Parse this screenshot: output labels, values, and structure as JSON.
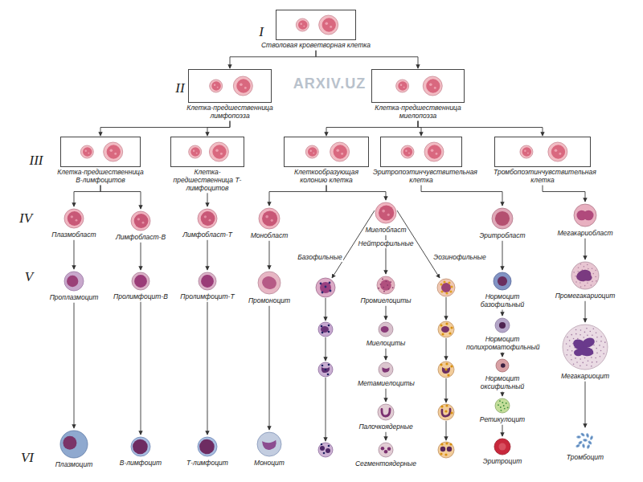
{
  "diagram": {
    "nodes": [
      {
        "text": [
          "Стволовая кроветворная клетка"
        ]
      },
      {
        "text": [
          "Клетка-предшественница лимфопоэза"
        ]
      },
      {
        "text": [
          "Клетка-предшественница миелопоэза"
        ]
      },
      {
        "text": [
          "Клетка-предшественница В-лимфоцитов"
        ]
      },
      {
        "text": [
          "Клетка-предшественница Т-лимфоцитов"
        ]
      },
      {
        "text": [
          "Клеткообразующая колонию клетка"
        ]
      },
      {
        "text": [
          "Эритропоэтинчувствительная клетка"
        ]
      },
      {
        "text": [
          "Тромбопоэтинчувствительная клетка"
        ]
      },
      {
        "text": [
          "Плазмобласт"
        ]
      },
      {
        "text": [
          "Лимфобласт-В"
        ]
      },
      {
        "text": [
          "Лимфобласт-Т"
        ]
      },
      {
        "text": [
          "Монобласт"
        ]
      },
      {
        "text": [
          "Миелобласт"
        ]
      },
      {
        "text": [
          "Эритробласт"
        ]
      },
      {
        "text": [
          "Мегакариобласт"
        ]
      },
      {
        "text": [
          "Проплазмоцит"
        ]
      },
      {
        "text": [
          "Пролимфоцит-В"
        ]
      },
      {
        "text": [
          "Пролимфоцит-Т"
        ]
      },
      {
        "text": [
          "Промоноцит"
        ]
      },
      {
        "text": [
          "Промиелоциты"
        ]
      },
      {
        "text": [
          "Нормоцит базофильный"
        ]
      },
      {
        "text": [
          "Промегакариоцит"
        ]
      },
      {
        "text": [
          "Миелоциты"
        ]
      },
      {
        "text": [
          "Нормоцит полихроматофильный"
        ]
      },
      {
        "text": [
          "Метамиелоциты"
        ]
      },
      {
        "text": [
          "Нормоцит оксифильный"
        ]
      },
      {
        "text": [
          "Мегакариоцит"
        ]
      },
      {
        "text": [
          "Ретикулоцит"
        ]
      },
      {
        "text": [
          "Палочкоядерные"
        ]
      },
      {
        "text": [
          "Плазмоцит"
        ]
      },
      {
        "text": [
          "В-лимфоцит"
        ]
      },
      {
        "text": [
          "Т-лимфоцит"
        ]
      },
      {
        "text": [
          "Моноцит"
        ]
      },
      {
        "text": [
          "Сегментоядерные"
        ]
      },
      {
        "text": [
          "Эритроцит"
        ]
      },
      {
        "text": [
          "Тромбоцит"
        ]
      }
    ],
    "edges": [
      {
        "from": 0,
        "to": 1,
        "arrow": "to"
      },
      {
        "from": 0,
        "to": 2,
        "arrow": "to"
      },
      {
        "from": 1,
        "to": 3,
        "arrow": "to"
      },
      {
        "from": 1,
        "to": 4,
        "arrow": "to"
      },
      {
        "from": 2,
        "to": 5,
        "arrow": "to"
      },
      {
        "from": 2,
        "to": 6,
        "arrow": "to"
      },
      {
        "from": 2,
        "to": 7,
        "arrow": "to"
      },
      {
        "from": 3,
        "to": 8,
        "arrow": "to"
      },
      {
        "from": 3,
        "to": 9,
        "arrow": "to"
      },
      {
        "from": 4,
        "to": 10,
        "arrow": "to"
      },
      {
        "from": 5,
        "to": 11,
        "arrow": "to"
      },
      {
        "from": 5,
        "to": 12,
        "arrow": "to"
      },
      {
        "from": 6,
        "to": 13,
        "arrow": "to"
      },
      {
        "from": 7,
        "to": 14,
        "arrow": "to"
      },
      {
        "from": 8,
        "to": 15,
        "arrow": "to"
      },
      {
        "from": 9,
        "to": 16,
        "arrow": "to"
      },
      {
        "from": 10,
        "to": 17,
        "arrow": "to"
      },
      {
        "from": 11,
        "to": 18,
        "arrow": "to"
      },
      {
        "from": 12,
        "to": 19,
        "arrow": "to"
      },
      {
        "from": 13,
        "to": 20,
        "arrow": "to"
      },
      {
        "from": 14,
        "to": 21,
        "arrow": "to"
      },
      {
        "from": 15,
        "to": 29,
        "arrow": "to"
      },
      {
        "from": 16,
        "to": 30,
        "arrow": "to"
      },
      {
        "from": 17,
        "to": 31,
        "arrow": "to"
      },
      {
        "from": 18,
        "to": 32,
        "arrow": "to"
      },
      {
        "from": 19,
        "to": 22,
        "arrow": "to"
      },
      {
        "from": 22,
        "to": 24,
        "arrow": "to"
      },
      {
        "from": 24,
        "to": 28,
        "arrow": "to"
      },
      {
        "from": 28,
        "to": 33,
        "arrow": "to"
      },
      {
        "from": 20,
        "to": 23,
        "arrow": "to"
      },
      {
        "from": 23,
        "to": 25,
        "arrow": "to"
      },
      {
        "from": 25,
        "to": 27,
        "arrow": "to"
      },
      {
        "from": 27,
        "to": 34,
        "arrow": "to"
      },
      {
        "from": 21,
        "to": 26,
        "arrow": "to"
      },
      {
        "from": 26,
        "to": 35,
        "arrow": "to"
      }
    ],
    "labels": [
      "I",
      "II",
      "III",
      "IV",
      "V",
      "VI",
      "Базофильные",
      "Нейтрофильные",
      "Эозинофильные",
      "ARXIV.UZ"
    ]
  }
}
